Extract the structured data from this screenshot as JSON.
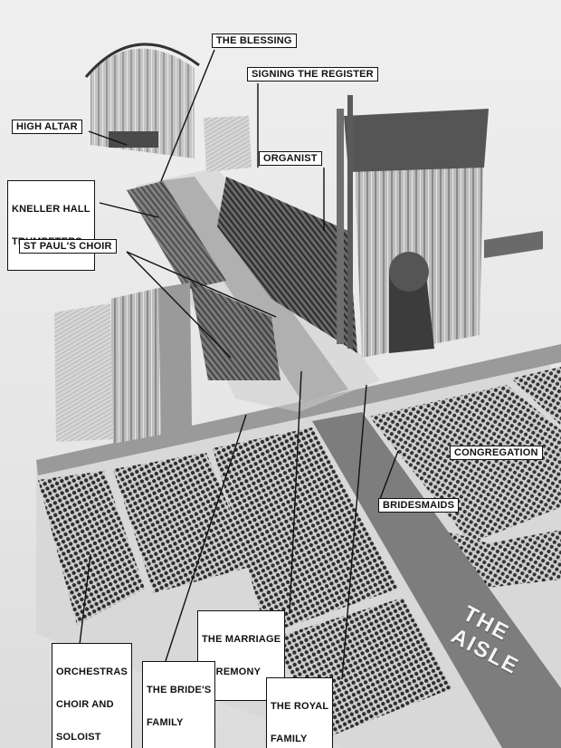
{
  "labels": {
    "the_blessing": "THE BLESSING",
    "signing_the_register": "SIGNING THE REGISTER",
    "high_altar": "HIGH ALTAR",
    "organist": "ORGANIST",
    "kneller_hall_trumpeters": [
      "KNELLER HALL",
      "TRUMPETERS"
    ],
    "st_pauls_choir": "ST PAUL'S CHOIR",
    "congregation": "CONGREGATION",
    "bridesmaids": "BRIDESMAIDS",
    "the_marriage_ceremony": [
      "THE MARRIAGE",
      "CEREMONY"
    ],
    "orchestras_choir_and_soloist": [
      "ORCHESTRAS",
      "CHOIR AND",
      "SOLOIST"
    ],
    "the_brides_family": [
      "THE BRIDE'S",
      "FAMILY"
    ],
    "the_royal_family": [
      "THE ROYAL",
      "FAMILY"
    ]
  },
  "floor_sign": [
    "THE",
    "AISLE"
  ],
  "colors": {
    "paper": "#e9e9e9",
    "ink": "#111111",
    "stone": "#c9c9c9",
    "carpet": "#8a8a8a",
    "crowd": "#3a3a3a"
  }
}
